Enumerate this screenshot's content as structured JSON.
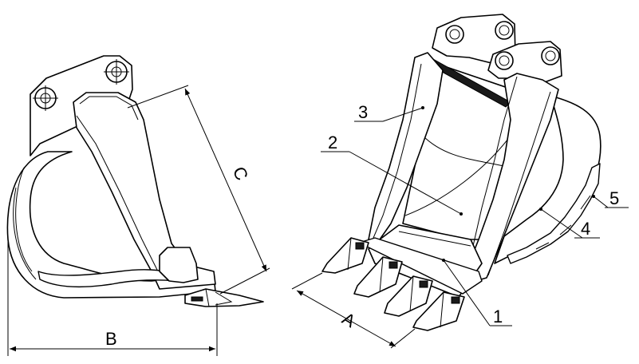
{
  "dimensions": {
    "a": "A",
    "b": "B",
    "c": "C"
  },
  "callouts": [
    {
      "id": "1",
      "text": "1"
    },
    {
      "id": "2",
      "text": "2"
    },
    {
      "id": "3",
      "text": "3"
    },
    {
      "id": "4",
      "text": "4"
    },
    {
      "id": "5",
      "text": "5"
    }
  ]
}
